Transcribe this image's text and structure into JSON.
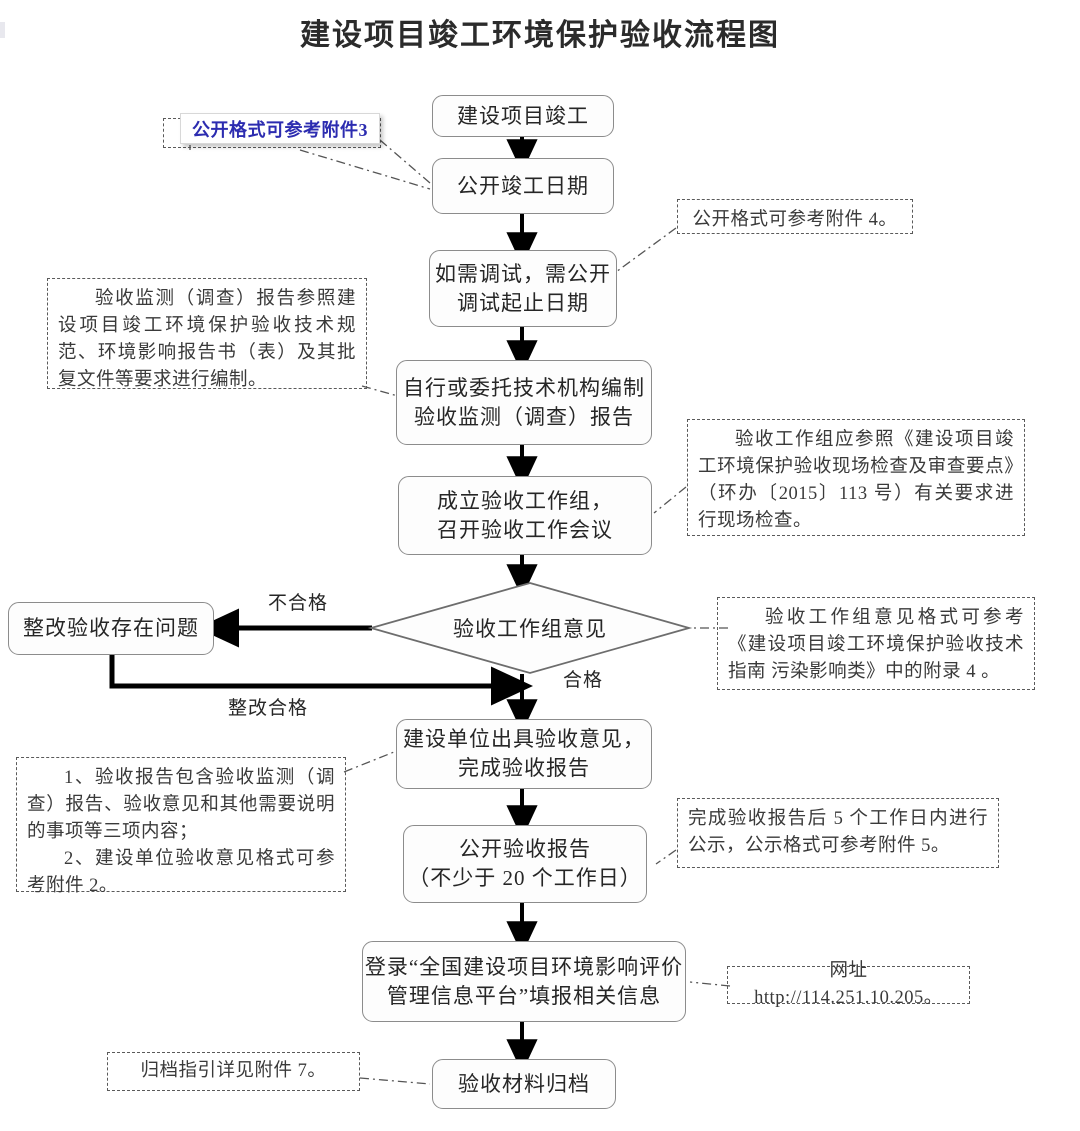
{
  "title": "建设项目竣工环境保护验收流程图",
  "flow": {
    "nodes": [
      {
        "id": "n1",
        "label": "建设项目竣工"
      },
      {
        "id": "n2",
        "label": "公开竣工日期"
      },
      {
        "id": "n3",
        "label": "如需调试，需公开\n调试起止日期"
      },
      {
        "id": "n4",
        "label": "自行或委托技术机构编制\n验收监测（调查）报告"
      },
      {
        "id": "n5",
        "label": "成立验收工作组，\n召开验收工作会议"
      },
      {
        "id": "n6",
        "label": "验收工作组意见",
        "shape": "decision"
      },
      {
        "id": "n7",
        "label": "整改验收存在问题"
      },
      {
        "id": "n8",
        "label": "建设单位出具验收意见，\n完成验收报告"
      },
      {
        "id": "n9",
        "label": "公开验收报告\n（不少于 20 个工作日）"
      },
      {
        "id": "n10",
        "label": "登录“全国建设项目环境影响评价\n管理信息平台”填报相关信息"
      },
      {
        "id": "n11",
        "label": "验收材料归档"
      }
    ],
    "edge_labels": {
      "fail": "不合格",
      "pass": "合格",
      "rectified": "整改合格"
    }
  },
  "notes": {
    "note1": "公开格式可参考附件3",
    "note2": "公开格式可参考附件 4。",
    "note3": "验收监测（调查）报告参照建设项目竣工环境保护验收技术规范、环境影响报告书（表）及其批复文件等要求进行编制。",
    "note4": "验收工作组应参照《建设项目竣工环境保护验收现场检查及审查要点》（环办〔2015〕113 号）有关要求进行现场检查。",
    "note5": "验收工作组意见格式可参考《建设项目竣工环境保护验收技术指南 污染影响类》中的附录 4 。",
    "note6_line1": "1、验收报告包含验收监测（调查）报告、验收意见和其他需要说明的事项等三项内容；",
    "note6_line2": "2、建设单位验收意见格式可参考附件 2。",
    "note7": "完成验收报告后 5 个工作日内进行公示，公示格式可参考附件 5。",
    "note8": "网址 http://114.251.10.205。",
    "note9": "归档指引详见附件 7。"
  },
  "colors": {
    "note_accent": "#2c2cb0",
    "node_border": "#8c8c8c",
    "connector": "#000000",
    "note_border": "#5a5a5a"
  }
}
